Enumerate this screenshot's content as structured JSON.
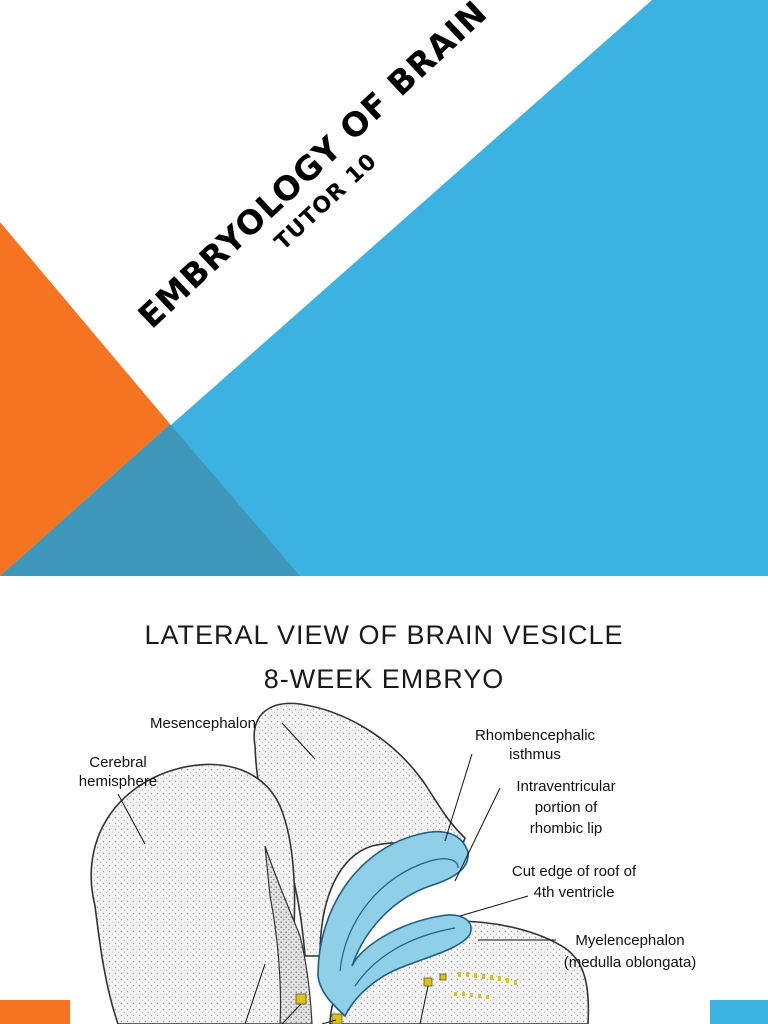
{
  "slide1": {
    "title": "EMBRYOLOGY OF BRAIN",
    "subtitle": "TUTOR 10",
    "colors": {
      "blue": "#3cb2e2",
      "orange": "#f47422",
      "teal": "#3e97b8"
    }
  },
  "slide2": {
    "title_line1": "LATERAL VIEW OF BRAIN VESICLE",
    "title_line2": "8-WEEK EMBRYO",
    "figure": {
      "labels": {
        "mesencephalon": "Mesencephalon",
        "cerebral_1": "Cerebral",
        "cerebral_2": "hemisphere",
        "rhomb_1": "Rhombencephalic",
        "rhomb_2": "isthmus",
        "intra_1": "Intraventricular",
        "intra_2": "portion of",
        "intra_3": "rhombic lip",
        "cut_1": "Cut edge of roof of",
        "cut_2": "4th ventricle",
        "myel_1": "Myelencephalon",
        "myel_2": "(medulla oblongata)"
      }
    },
    "colors": {
      "vesicle": "#8fcfe8",
      "orange_corner": "#f47422",
      "blue_corner": "#3cb2e2"
    }
  }
}
